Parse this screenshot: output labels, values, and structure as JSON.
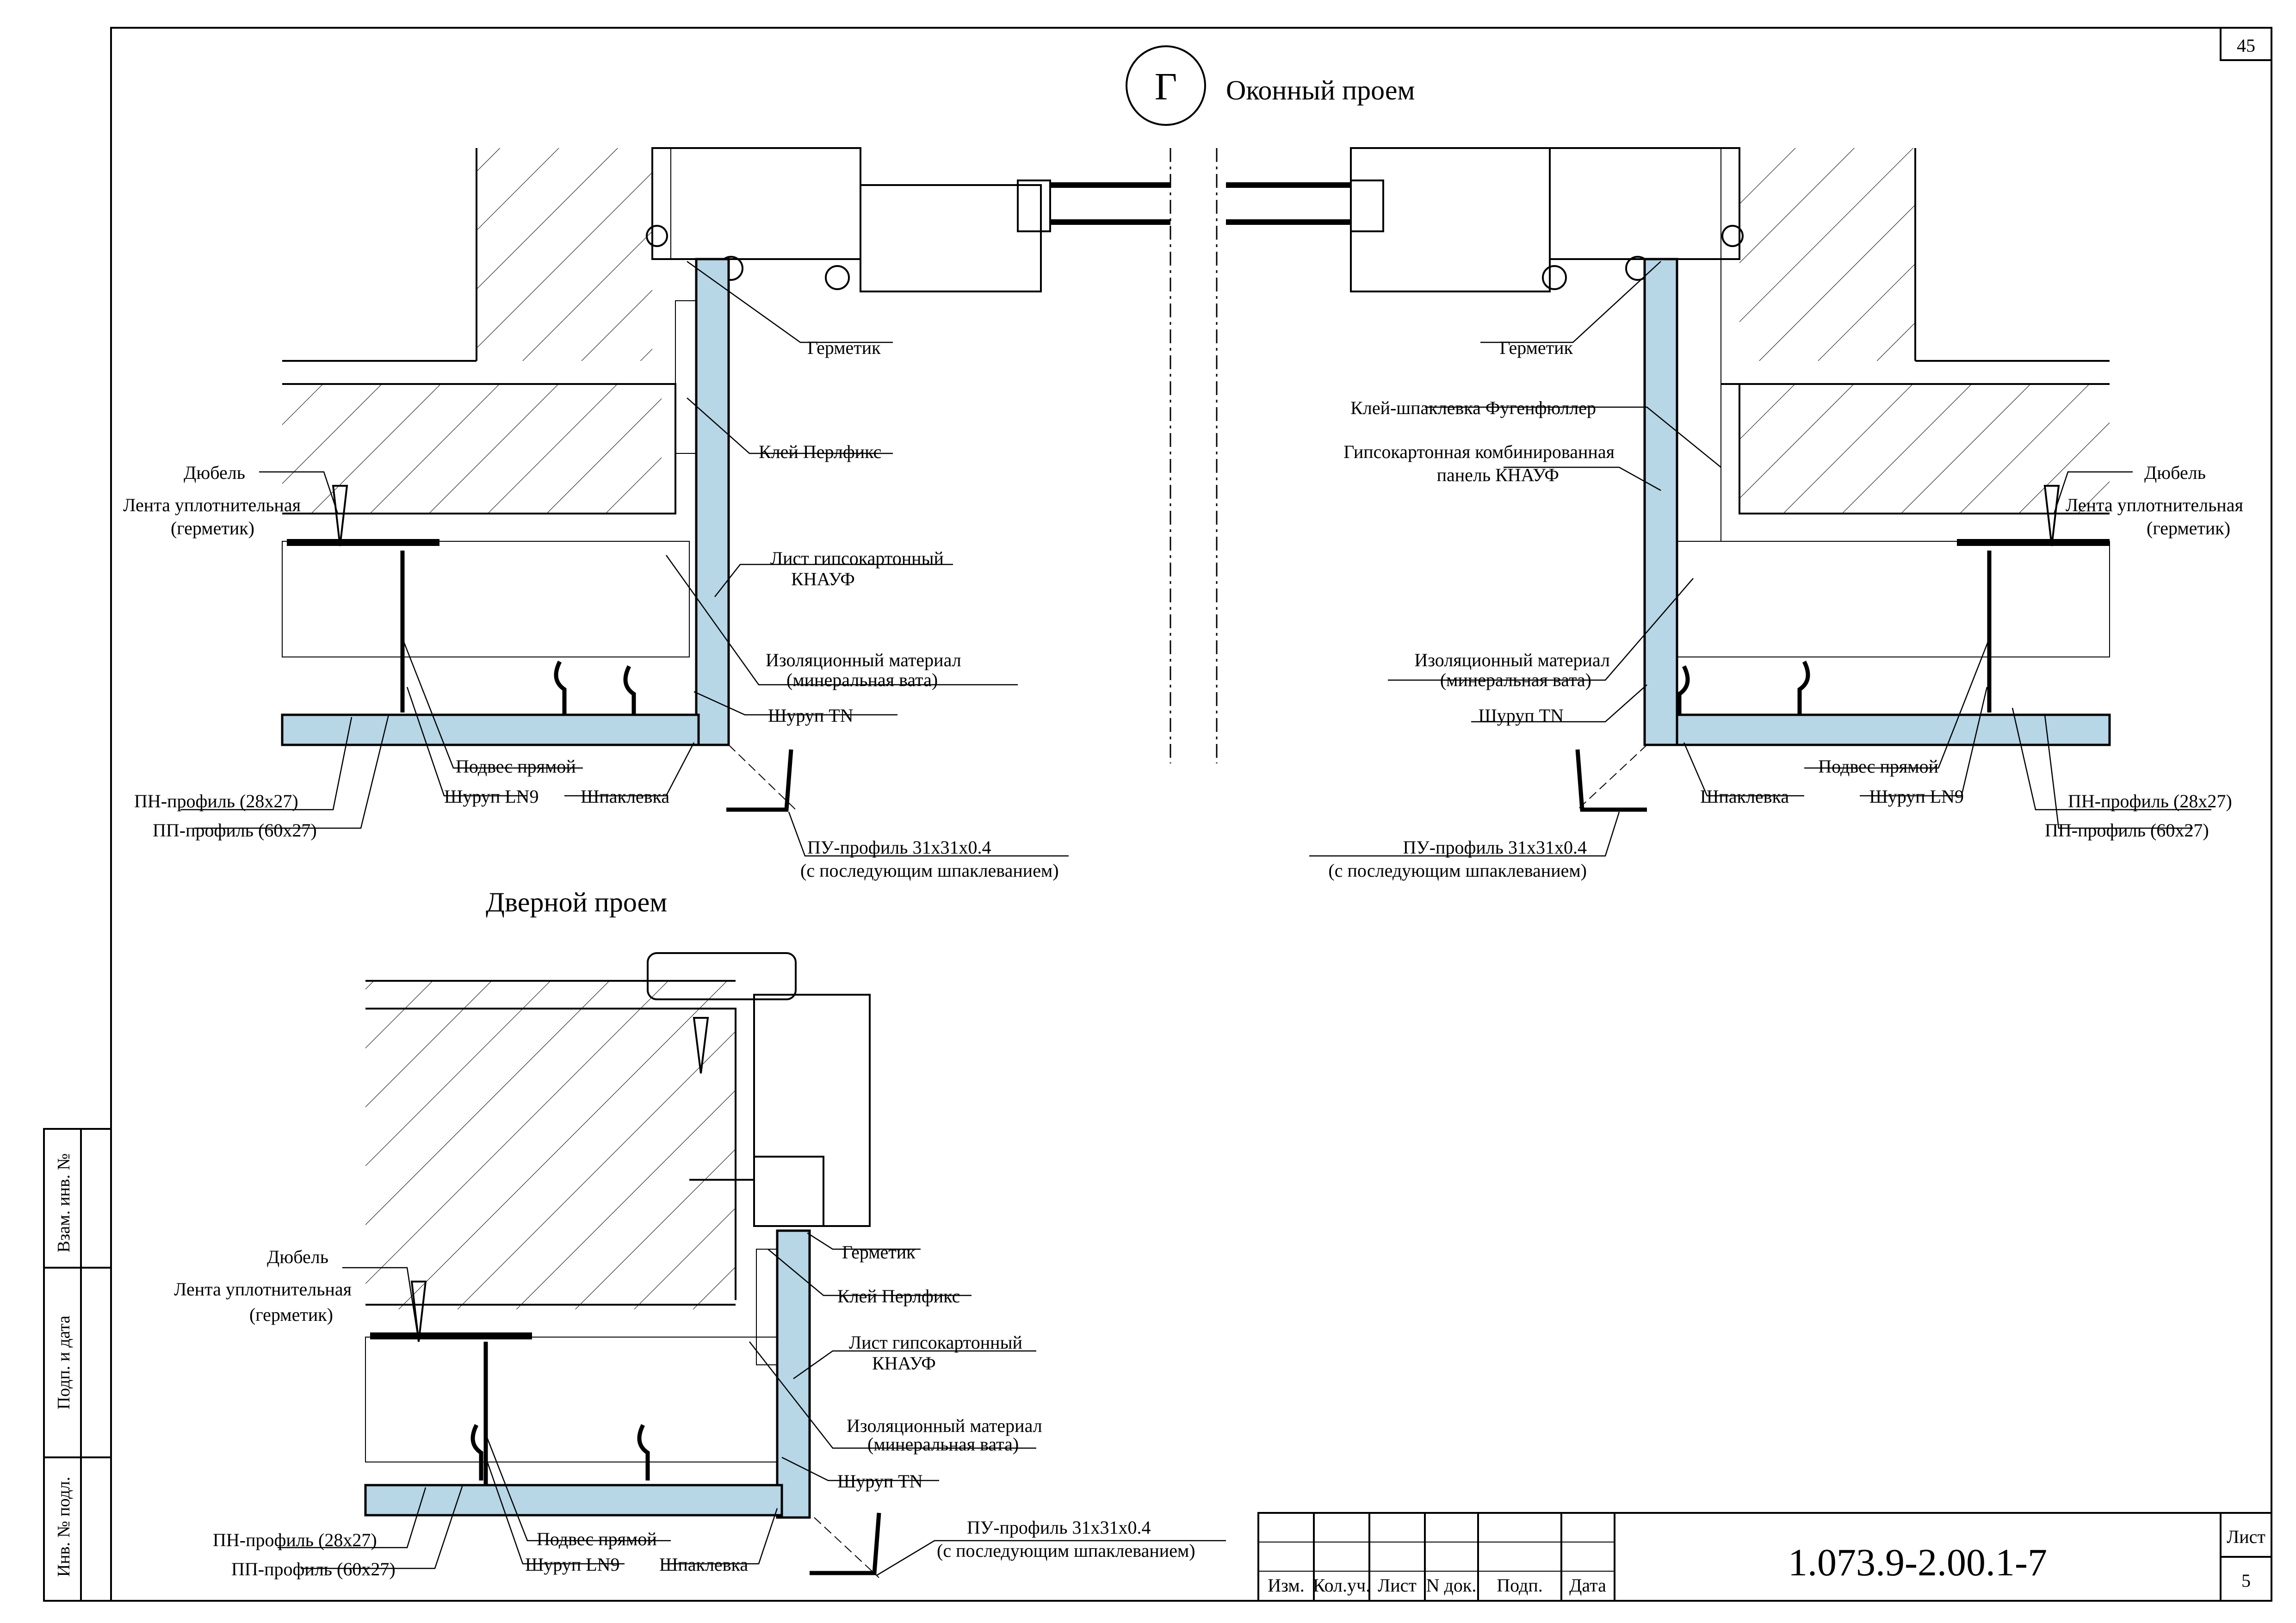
{
  "sheet": {
    "page_number": "45",
    "section_marker": "Г",
    "title_window": "Оконный проем",
    "title_door": "Дверной проем"
  },
  "window_left": {
    "germetik": "Герметик",
    "klei_perlfiks": "Клей Перлфикс",
    "dyubel": "Дюбель",
    "lenta_1": "Лента уплотнительная",
    "lenta_2": "(герметик)",
    "list_gk_1": "Лист гипсокартонный",
    "list_gk_2": "КНАУФ",
    "izol_1": "Изоляционный материал",
    "izol_2": "(минеральная вата)",
    "shurup_tn": "Шуруп TN",
    "podves": "Подвес прямой",
    "shurup_ln9": "Шуруп LN9",
    "shpaklevka": "Шпаклевка",
    "pn_profil": "ПН-профиль (28х27)",
    "pp_profil": "ПП-профиль (60х27)",
    "pu_profil_1": "ПУ-профиль 31х31х0.4",
    "pu_profil_2": "(с последующим шпаклеванием)"
  },
  "window_right": {
    "germetik": "Герметик",
    "klei_shpaklevka": "Клей-шпаклевка Фугенфюллер",
    "panel_1": "Гипсокартонная комбинированная",
    "panel_2": "панель  КНАУФ",
    "dyubel": "Дюбель",
    "lenta_1": "Лента уплотнительная",
    "lenta_2": "(герметик)",
    "izol_1": "Изоляционный материал",
    "izol_2": "(минеральная вата)",
    "shurup_tn": "Шуруп TN",
    "shpaklevka": "Шпаклевка",
    "podves": "Подвес прямой",
    "shurup_ln9": "Шуруп LN9",
    "pn_profil": "ПН-профиль (28х27)",
    "pp_profil": "ПП-профиль (60х27)",
    "pu_profil_1": "ПУ-профиль 31х31х0.4",
    "pu_profil_2": "(с последующим шпаклеванием)"
  },
  "door": {
    "germetik": "Герметик",
    "klei_perlfiks": "Клей Перлфикс",
    "dyubel": "Дюбель",
    "lenta_1": "Лента уплотнительная",
    "lenta_2": "(герметик)",
    "list_gk_1": "Лист гипсокартонный",
    "list_gk_2": "КНАУФ",
    "izol_1": "Изоляционный материал",
    "izol_2": "(минеральная вата)",
    "shurup_tn": "Шуруп TN",
    "podves": "Подвес прямой",
    "shurup_ln9": "Шуруп LN9",
    "shpaklevka": "Шпаклевка",
    "pn_profil": "ПН-профиль (28х27)",
    "pp_profil": "ПП-профиль (60х27)",
    "pu_profil_1": "ПУ-профиль 31х31х0.4",
    "pu_profil_2": "(с последующим шпаклеванием)"
  },
  "side_stamp": {
    "vzam": "Взам. инв. №",
    "podp_data": "Подп. и дата",
    "inv_podl": "Инв. № подл."
  },
  "title_block": {
    "columns": [
      "Изм.",
      "Кол.уч.",
      "Лист",
      "N док.",
      "Подп.",
      "Дата"
    ],
    "designation": "1.073.9-2.00.1-7",
    "sheet_label": "Лист",
    "sheet_number": "5"
  },
  "colors": {
    "drywall_fill": "#b7d6e6",
    "line": "#000000"
  }
}
